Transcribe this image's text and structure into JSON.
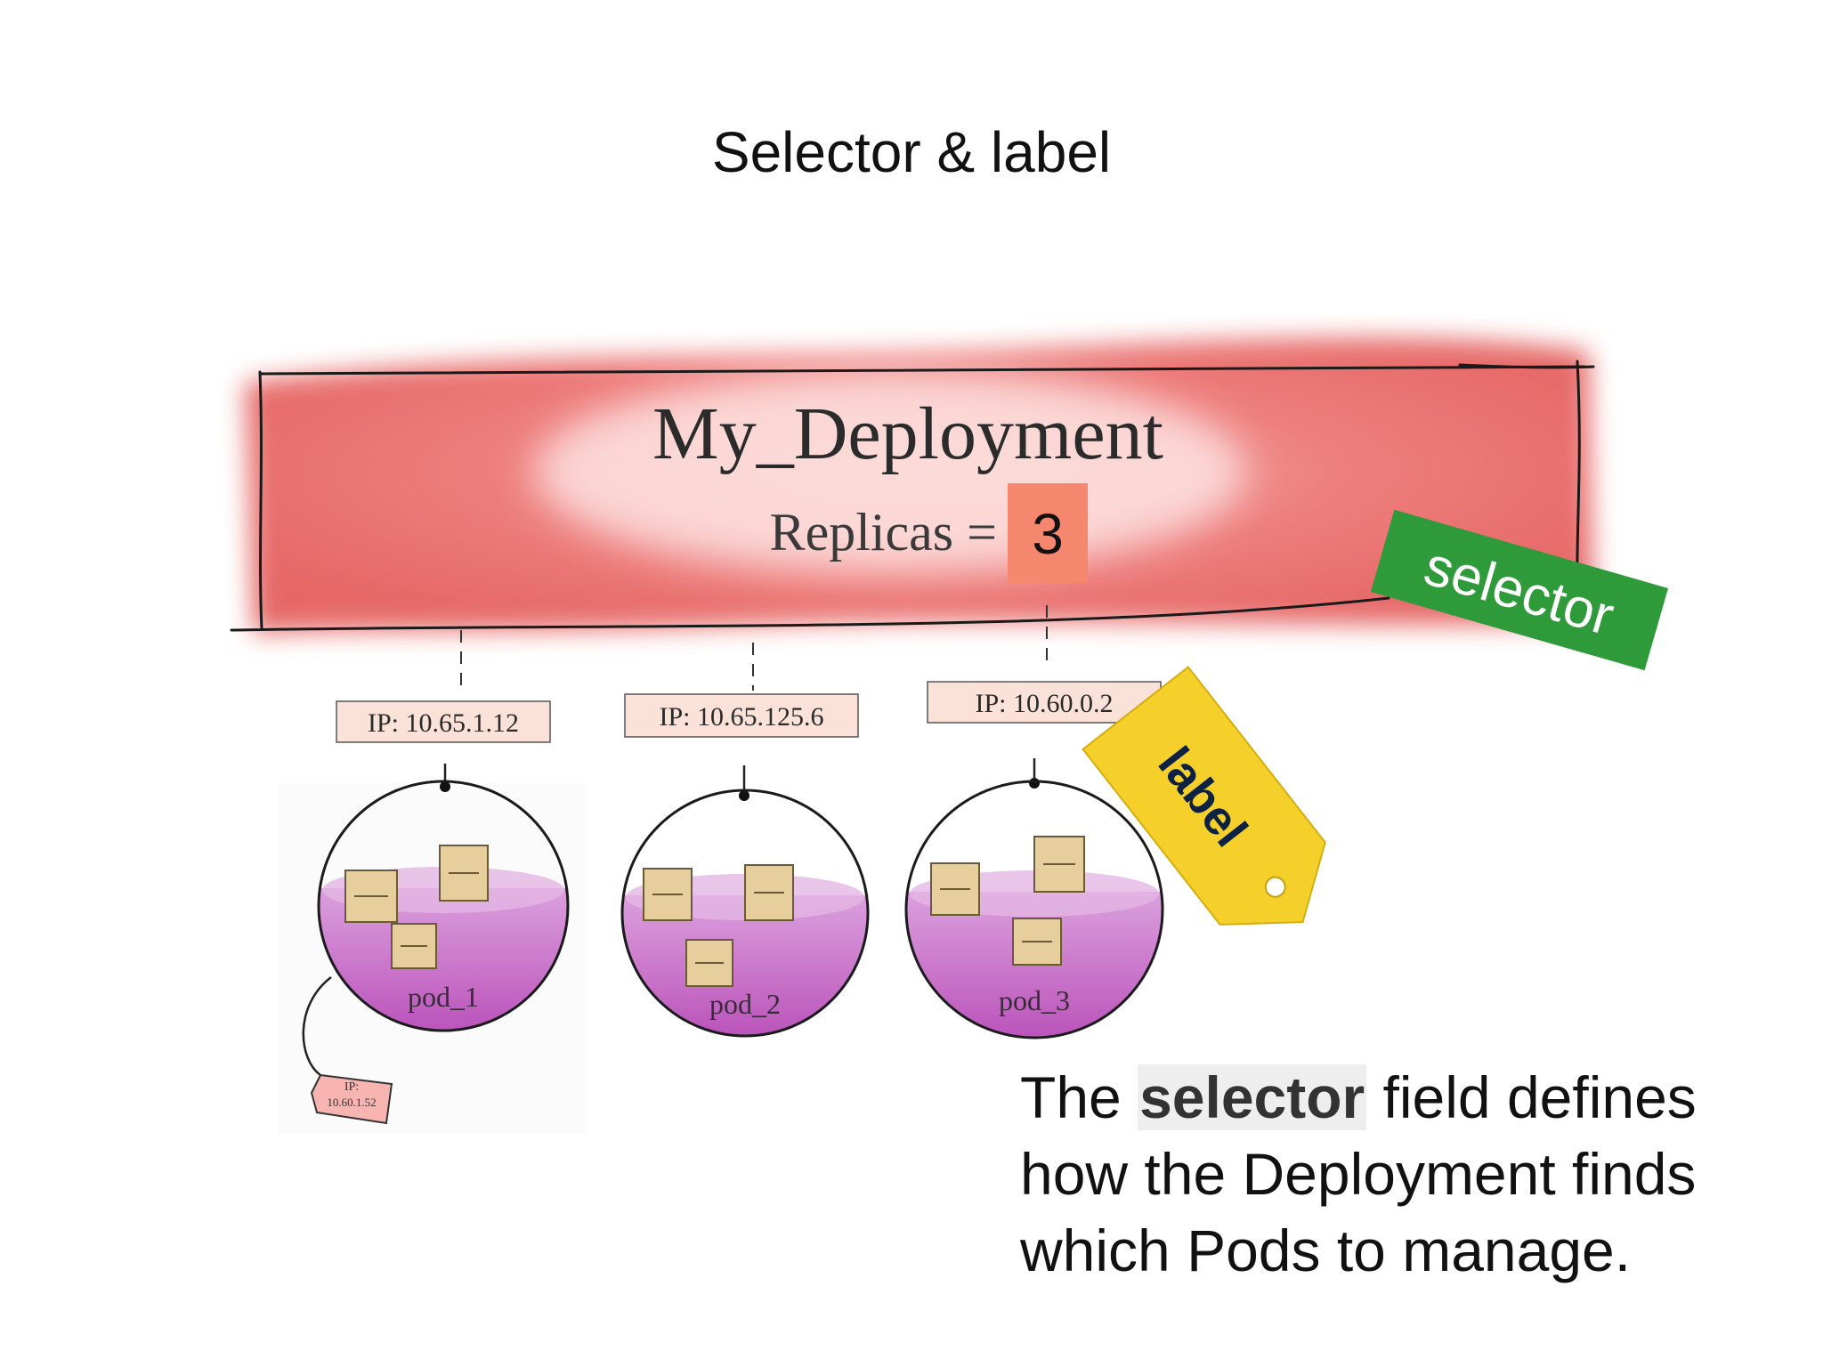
{
  "slide": {
    "title": "Selector & label",
    "caption": {
      "before": "The ",
      "highlight": "selector",
      "after": " field defines how the Deployment finds which Pods to manage."
    }
  },
  "deployment": {
    "title": "My_Deployment",
    "replicas_label": "Replicas =",
    "replicas_value": "3"
  },
  "selector_tag": {
    "label": "selector"
  },
  "label_tag": {
    "label": "label"
  },
  "pods": [
    {
      "name": "pod_1",
      "ip": "IP: 10.65.1.12",
      "container_count": 3
    },
    {
      "name": "pod_2",
      "ip": "IP: 10.65.125.6",
      "container_count": 3
    },
    {
      "name": "pod_3",
      "ip": "IP: 10.60.0.2",
      "container_count": 3
    }
  ],
  "pod1_extra_tag": {
    "line1": "IP:",
    "line2": "10.60.1.52"
  },
  "colors": {
    "deployment_wash": "#e85a5a",
    "replicas_box": "#f5876e",
    "selector_green": "#2e9a3a",
    "label_yellow": "#f5cf2a",
    "pod_liquid": "#c86ac8",
    "container_box": "#e6cf9c",
    "ip_box": "#fbe2d8"
  }
}
